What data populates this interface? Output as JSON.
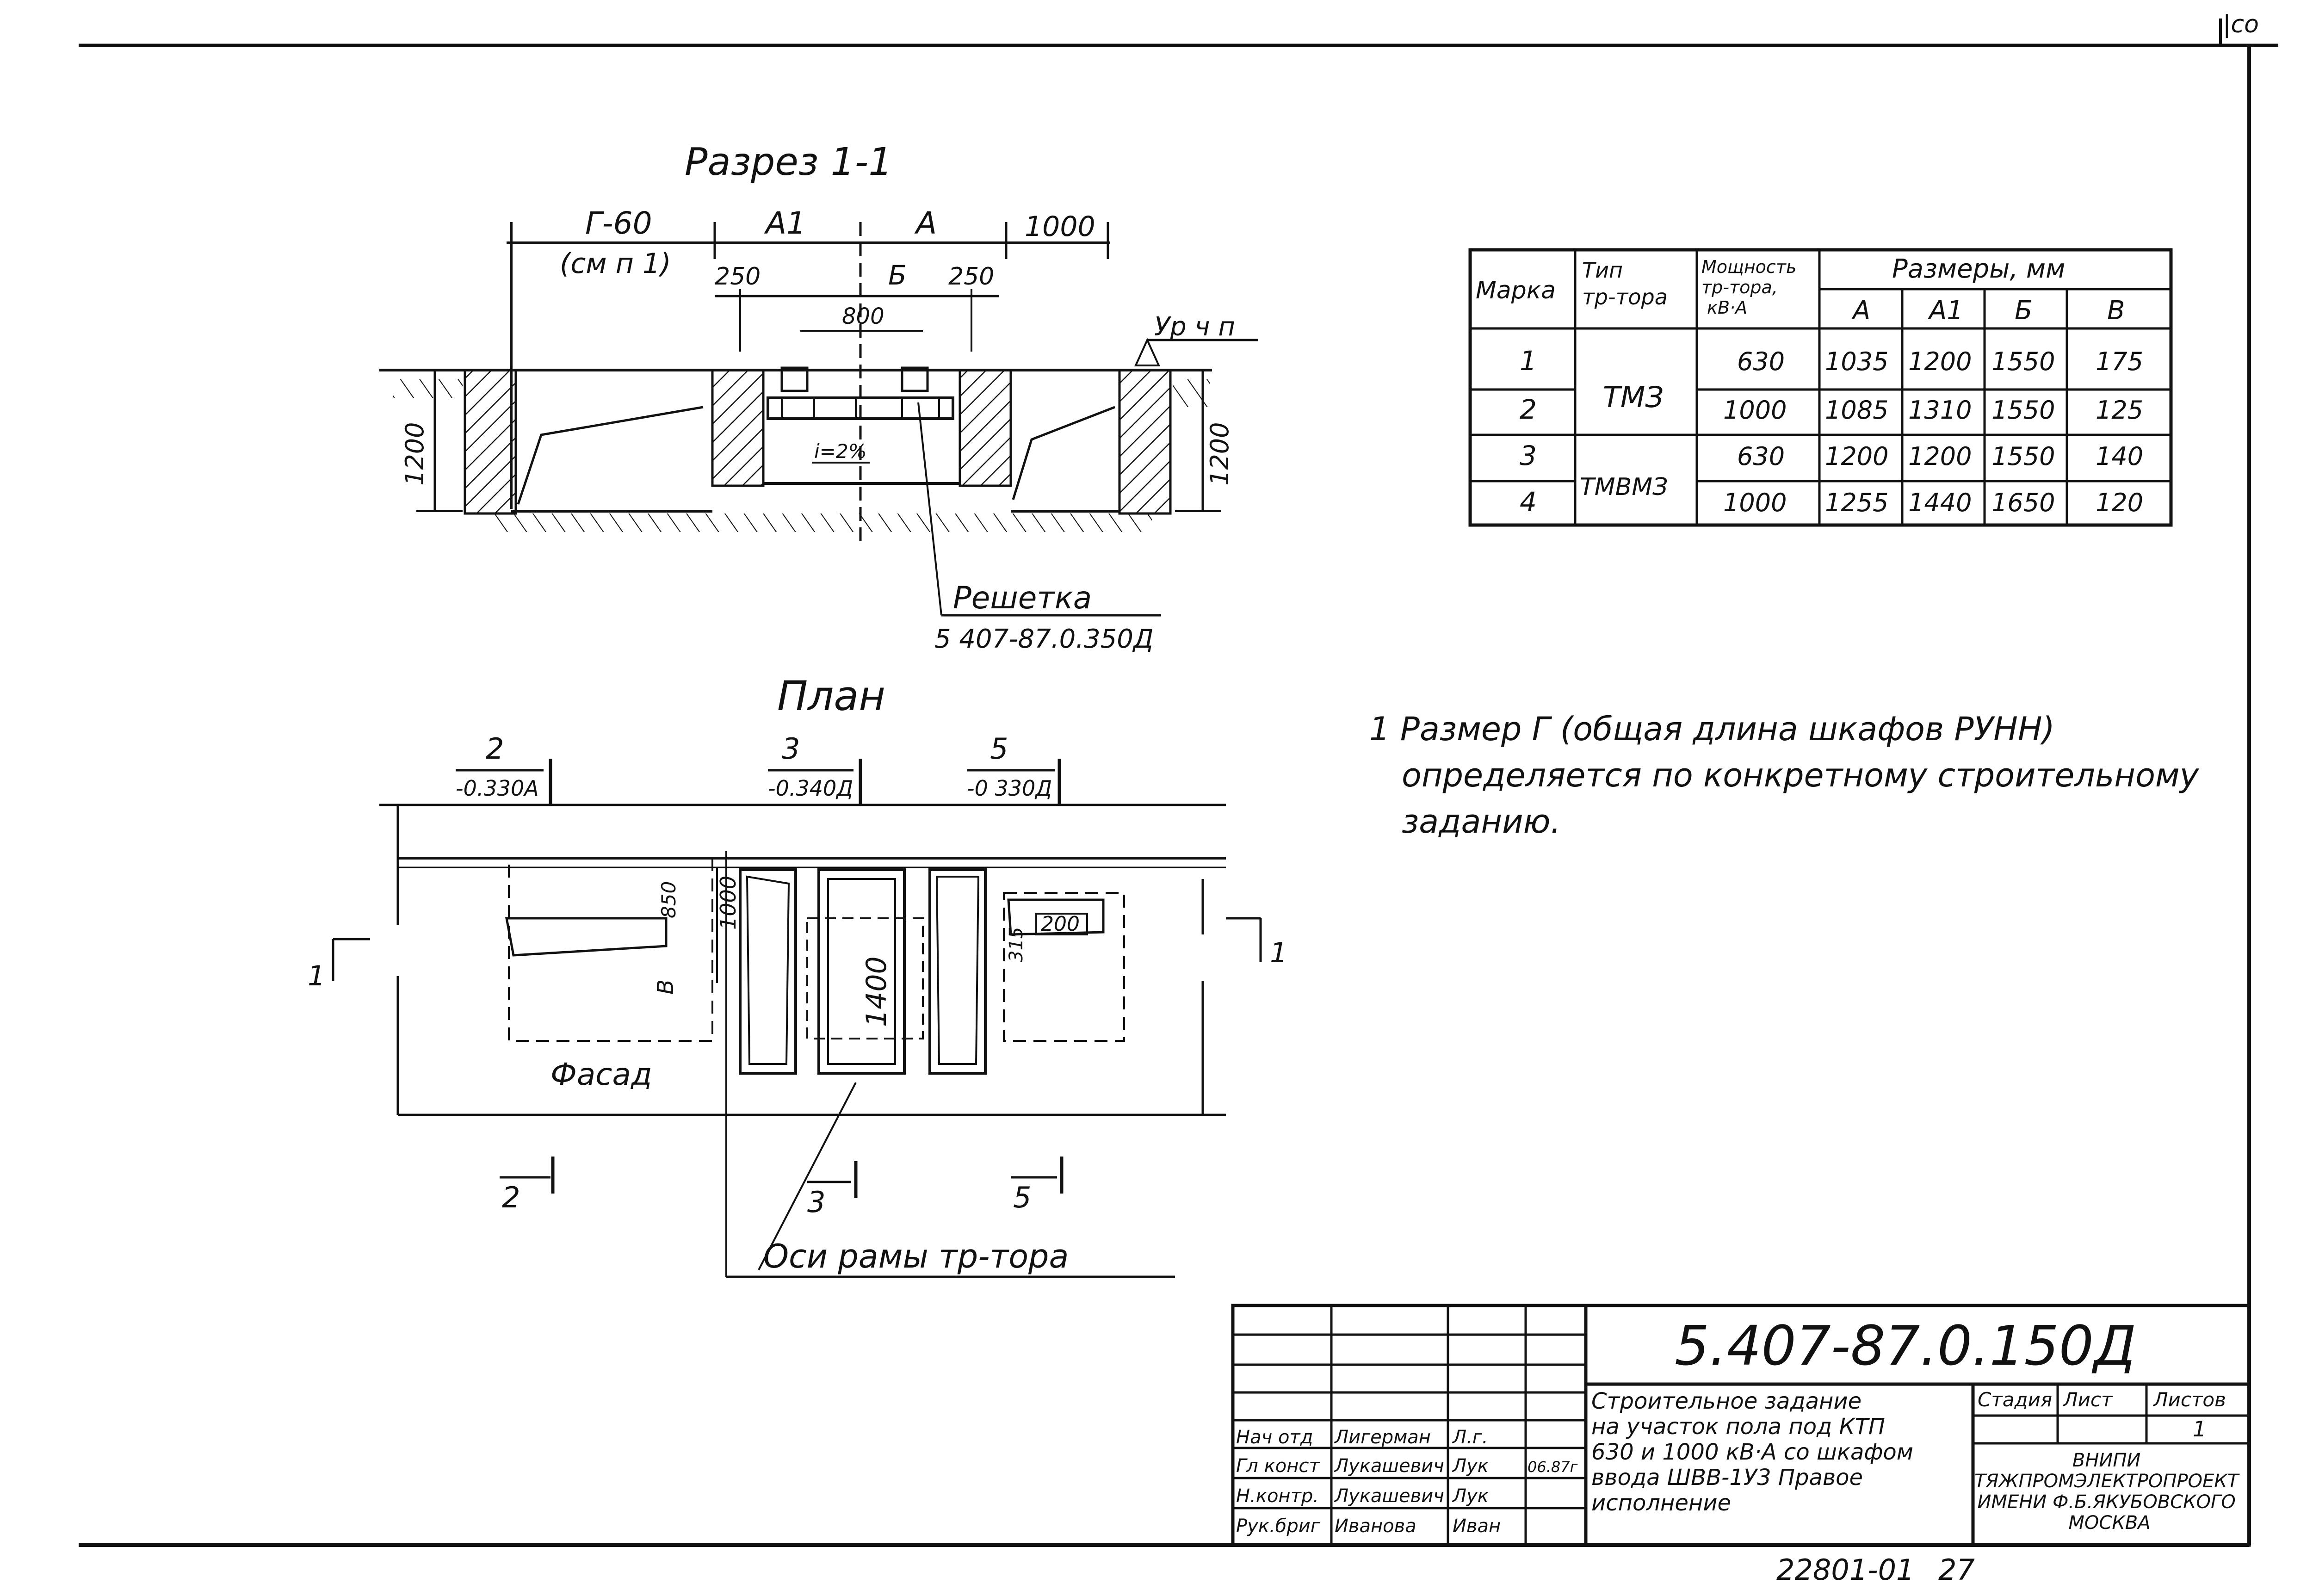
{
  "corner_mark": "|co",
  "section": {
    "title": "Разрез 1-1",
    "dim_g60": "Г-60",
    "dim_g60_note": "(см п 1)",
    "dim_a1": "A1",
    "dim_a": "A",
    "dim_1000": "1000",
    "dim_250_left": "250",
    "dim_b": "Б",
    "dim_250_right": "250",
    "dim_800": "800",
    "floor_level": "Ур ч п",
    "dim_1200_left": "1200",
    "dim_1200_right": "1200",
    "slope": "i=2%",
    "grate_label": "Решетка",
    "grate_code": "5 407-87.0.350Д"
  },
  "plan": {
    "title": "План",
    "cut2_num": "2",
    "cut2_ref": "-0.330А",
    "cut3_num": "3",
    "cut3_ref": "-0.340Д",
    "cut5_num": "5",
    "cut5_ref": "-0 330Д",
    "dim_850": "850",
    "dim_1000": "1000",
    "dim_v": "В",
    "dim_1400": "1400",
    "dim_315": "315",
    "dim_200": "200",
    "cut1_left": "1",
    "cut1_right": "1",
    "facade": "Фасад",
    "cut2_bottom": "2",
    "cut3_bottom": "3",
    "cut5_bottom": "5",
    "axis_label": "Оси рамы тр-тора"
  },
  "table": {
    "headers": {
      "mark": "Марка",
      "type": "Тип тр-тора",
      "power": "Мощность тр-тора, кВ·А",
      "sizes": "Размеры, мм",
      "a": "А",
      "a1": "А1",
      "b": "Б",
      "v": "В"
    },
    "rows": [
      {
        "mark": "1",
        "power": "630",
        "a": "1035",
        "a1": "1200",
        "b": "1550",
        "v": "175"
      },
      {
        "mark": "2",
        "power": "1000",
        "a": "1085",
        "a1": "1310",
        "b": "1550",
        "v": "125"
      },
      {
        "mark": "3",
        "power": "630",
        "a": "1200",
        "a1": "1200",
        "b": "1550",
        "v": "140"
      },
      {
        "mark": "4",
        "power": "1000",
        "a": "1255",
        "a1": "1440",
        "b": "1650",
        "v": "120"
      }
    ],
    "type_groups": [
      "ТМЗ",
      "ТМВМЗ"
    ]
  },
  "note": {
    "line1": "1 Размер Г (общая длина шкафов РУНН)",
    "line2": "определяется по конкретному строительному",
    "line3": "заданию."
  },
  "title_block": {
    "code": "5.407-87.0.150Д",
    "description": [
      "Строительное задание",
      "на участок пола под КТП",
      "630 и 1000 кВ·А со шкафом",
      "ввода ШВВ-1У3 Правое",
      "исполнение"
    ],
    "stage_label": "Стадия",
    "sheet_label": "Лист",
    "sheets_label": "Листов",
    "sheets_value": "1",
    "org": [
      "ВНИПИ",
      "ТЯЖПРОМЭЛЕКТРОПРОЕКТ",
      "ИМЕНИ Ф.Б.ЯКУБОВСКОГО",
      "МОСКВА"
    ],
    "signatures": [
      {
        "role": "Нач отд",
        "name": "Лигерман",
        "sign": "Л.г.",
        "date": ""
      },
      {
        "role": "Гл конст",
        "name": "Лукашевич",
        "sign": "Лук",
        "date": "06.87г"
      },
      {
        "role": "Н.контр.",
        "name": "Лукашевич",
        "sign": "Лук",
        "date": ""
      },
      {
        "role": "Рук.бриг",
        "name": "Иванова",
        "sign": "Иван",
        "date": ""
      }
    ]
  },
  "archive_number": "22801-01",
  "page_number": "27"
}
